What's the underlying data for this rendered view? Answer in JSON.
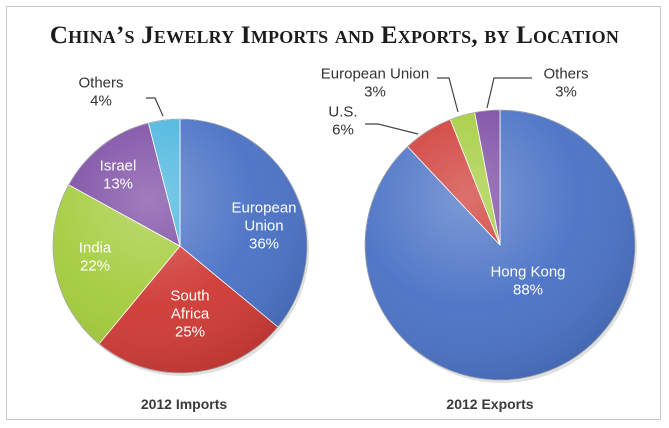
{
  "title": "China’s Jewelry Imports and Exports, by Location",
  "chart_data": [
    {
      "type": "pie",
      "caption": "2012 Imports",
      "slices": [
        {
          "name": "European Union",
          "label_lines": [
            "European",
            "Union",
            "36%"
          ],
          "value": 36,
          "color": "#4a72c5"
        },
        {
          "name": "South Africa",
          "label_lines": [
            "South",
            "Africa",
            "25%"
          ],
          "value": 25,
          "color": "#cf3a35"
        },
        {
          "name": "India",
          "label_lines": [
            "India",
            "22%"
          ],
          "value": 22,
          "color": "#a3cc3c"
        },
        {
          "name": "Israel",
          "label_lines": [
            "Israel",
            "13%"
          ],
          "value": 13,
          "color": "#7b4aa3"
        },
        {
          "name": "Others",
          "label_lines": [
            "Others",
            "4%"
          ],
          "value": 4,
          "color": "#49b5de"
        }
      ]
    },
    {
      "type": "pie",
      "caption": "2012 Exports",
      "slices": [
        {
          "name": "Hong Kong",
          "label_lines": [
            "Hong Kong",
            "88%"
          ],
          "value": 88,
          "color": "#4a72c5"
        },
        {
          "name": "U.S.",
          "label_lines": [
            "U.S.",
            "6%"
          ],
          "value": 6,
          "color": "#cf3a35"
        },
        {
          "name": "European Union",
          "label_lines": [
            "European Union",
            "3%"
          ],
          "value": 3,
          "color": "#a3cc3c"
        },
        {
          "name": "Others",
          "label_lines": [
            "Others",
            "3%"
          ],
          "value": 3,
          "color": "#7b4aa3"
        }
      ]
    }
  ]
}
